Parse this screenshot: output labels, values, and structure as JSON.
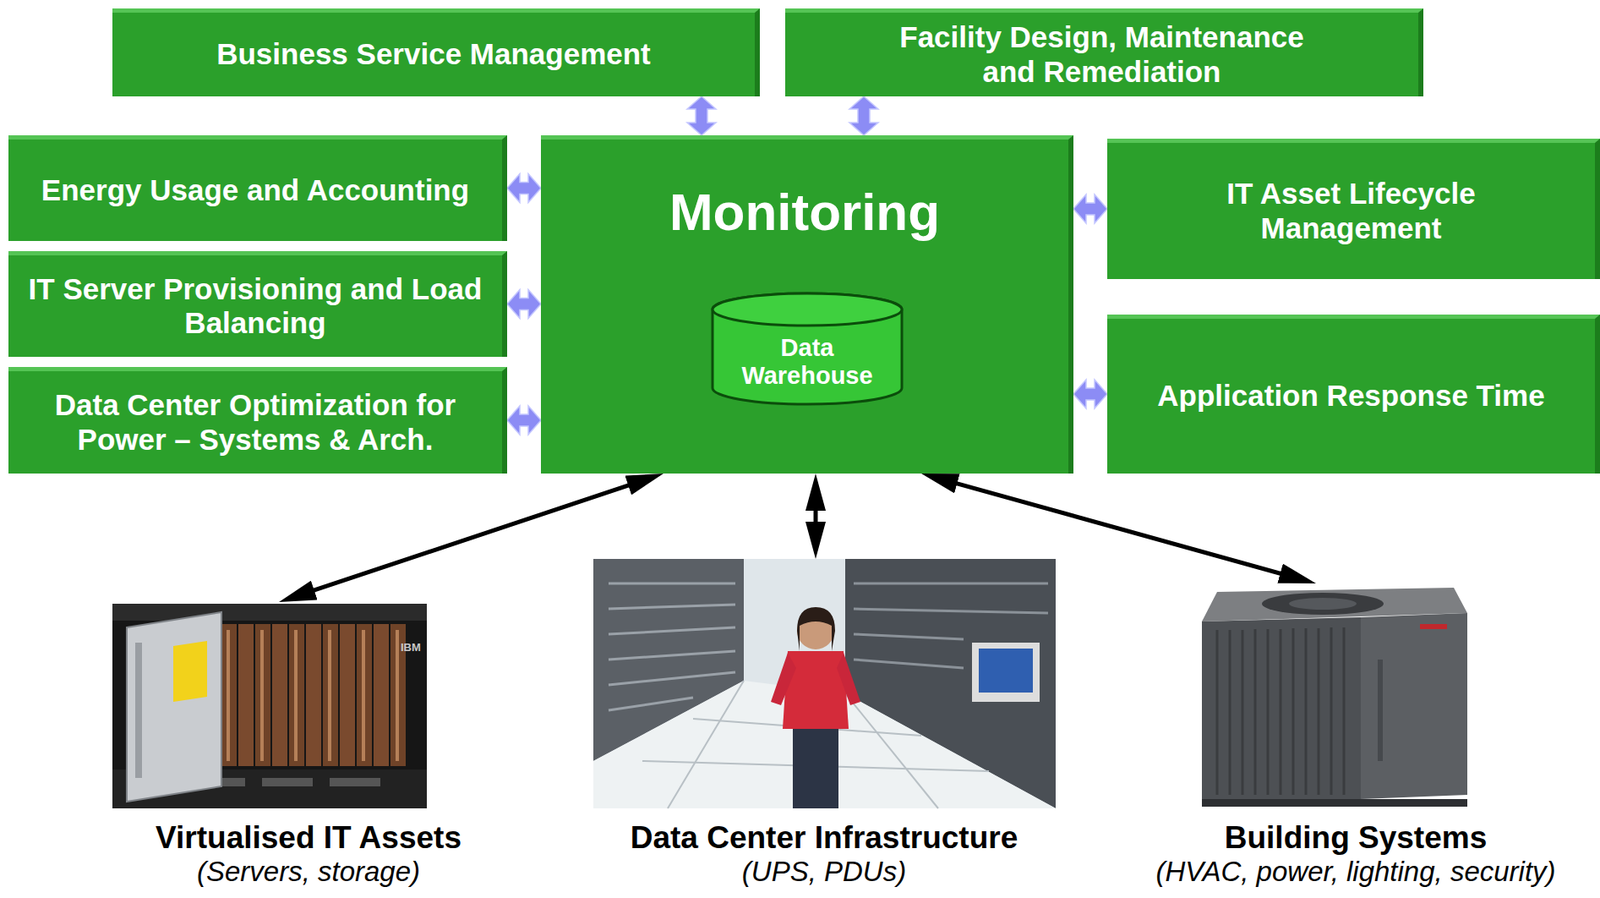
{
  "diagram": {
    "nodes": [
      {
        "text": [
          "Business Service Management"
        ]
      },
      {
        "text": [
          "Facility Design, Maintenance and Remediation"
        ]
      },
      {
        "text": [
          "Energy Usage and Accounting"
        ]
      },
      {
        "text": [
          "Monitoring"
        ]
      },
      {
        "text": [
          "Data Warehouse"
        ],
        "in": 3
      },
      {
        "text": [
          "IT Asset Lifecycle Management"
        ]
      },
      {
        "text": [
          "IT Server Provisioning and Load Balancing"
        ]
      },
      {
        "text": [
          "Data Center Optimization for Power – Systems & Arch."
        ]
      },
      {
        "text": [
          "Application Response Time"
        ]
      },
      {
        "text": [
          "Virtualised IT Assets",
          "(Servers, storage)"
        ]
      },
      {
        "text": [
          "Data Center Infrastructure",
          "(UPS, PDUs)"
        ]
      },
      {
        "text": [
          "Building Systems",
          "(HVAC, power, lighting, security)"
        ]
      }
    ],
    "edges": [
      {
        "from": 0,
        "to": 3,
        "arrow": "both"
      },
      {
        "from": 1,
        "to": 3,
        "arrow": "both"
      },
      {
        "from": 2,
        "to": 3,
        "arrow": "both"
      },
      {
        "from": 3,
        "to": 5,
        "arrow": "both"
      },
      {
        "from": 6,
        "to": 3,
        "arrow": "both"
      },
      {
        "from": 7,
        "to": 3,
        "arrow": "both"
      },
      {
        "from": 3,
        "to": 8,
        "arrow": "both"
      },
      {
        "from": 3,
        "to": 9,
        "arrow": "both"
      },
      {
        "from": 3,
        "to": 10,
        "arrow": "both"
      },
      {
        "from": 3,
        "to": 11,
        "arrow": "both"
      }
    ],
    "labels": [
      "IBM"
    ]
  }
}
